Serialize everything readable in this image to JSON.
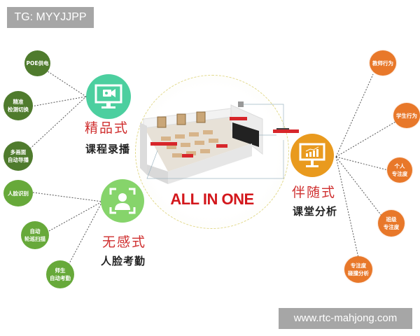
{
  "watermarks": {
    "top_left": "TG: MYYJJPP",
    "bottom_right": "www.rtc-mahjong.com"
  },
  "center": {
    "title": "ALL IN ONE",
    "image": "classroom-3d-illustration"
  },
  "modules": [
    {
      "id": "recording",
      "icon": "monitor-camera-icon",
      "color": "#4ccf9f",
      "title_red": "精品式",
      "title_black": "课程录播",
      "features": [
        {
          "label": "POE供电",
          "color": "#4f7b2d"
        },
        {
          "label": "精准\n检测切换",
          "color": "#4f7b2d"
        },
        {
          "label": "多画面\n自动导播",
          "color": "#4f7b2d"
        }
      ]
    },
    {
      "id": "attendance",
      "icon": "face-scan-icon",
      "color": "#86d46b",
      "title_red": "无感式",
      "title_black": "人脸考勤",
      "features": [
        {
          "label": "人脸识别",
          "color": "#67a93a"
        },
        {
          "label": "自动\n轮巡扫描",
          "color": "#67a93a"
        },
        {
          "label": "师生\n自动考勤",
          "color": "#67a93a"
        }
      ]
    },
    {
      "id": "analysis",
      "icon": "presentation-chart-icon",
      "color": "#e99a1e",
      "title_red": "伴随式",
      "title_black": "课堂分析",
      "features": [
        {
          "label": "教师行为",
          "color": "#e8782a"
        },
        {
          "label": "学生行为",
          "color": "#e8782a"
        },
        {
          "label": "个人\n专注度",
          "color": "#e8782a"
        },
        {
          "label": "班级\n专注度",
          "color": "#e8782a"
        },
        {
          "label": "专注度\n碰撞分析",
          "color": "#e8782a"
        }
      ]
    }
  ],
  "colors": {
    "title_red": "#cf2e2e",
    "all_in_one_red": "#d3171c",
    "watermark_gray": "#a6a6a6"
  }
}
